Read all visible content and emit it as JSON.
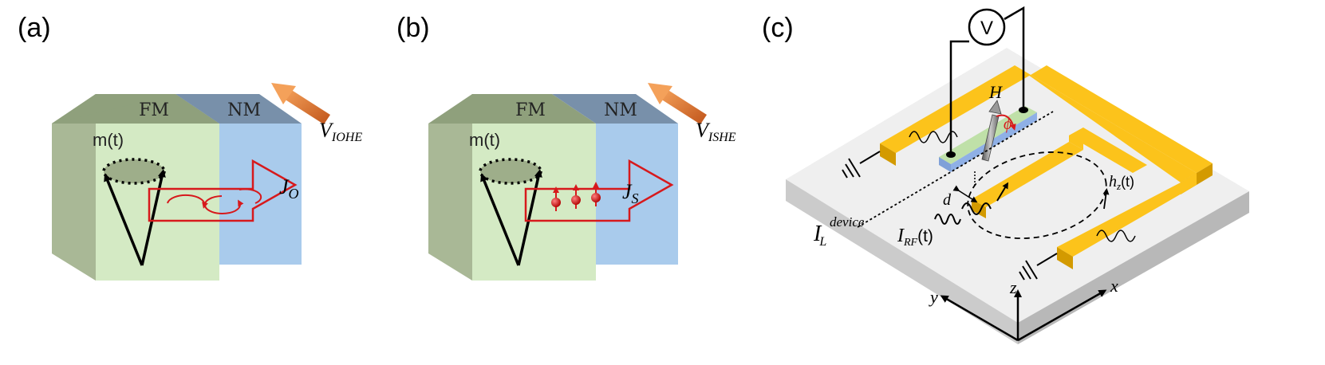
{
  "panels": {
    "a": {
      "label": "(a)",
      "fm_label": "FM",
      "nm_label": "NM",
      "magnetization_label": "m(t)",
      "current_symbol": "J",
      "current_sub": "O",
      "voltage_symbol": "V",
      "voltage_sub": "IOHE"
    },
    "b": {
      "label": "(b)",
      "fm_label": "FM",
      "nm_label": "NM",
      "magnetization_label": "m(t)",
      "current_symbol": "J",
      "current_sub": "S",
      "voltage_symbol": "V",
      "voltage_sub": "ISHE"
    },
    "c": {
      "label": "(c)",
      "voltmeter": "V",
      "field_label": "H",
      "angle_label": "ϕ",
      "distance_label": "d",
      "hz_symbol": "h",
      "hz_sub": "z",
      "hz_arg": "(t)",
      "irf_symbol": "I",
      "irf_sub": "RF",
      "irf_arg": "(t)",
      "il_symbol": "I",
      "il_sub": "L",
      "il_sup": "device",
      "axis_x": "x",
      "axis_y": "y",
      "axis_z": "z"
    }
  },
  "colors": {
    "fm_front": "#d4eac4",
    "fm_top": "#8fa07c",
    "fm_side": "#a9b896",
    "nm_front": "#a9cbec",
    "nm_top": "#7890aa",
    "current_arrow": "#d7191c",
    "voltage_arrow": "#e8742a",
    "gold": "#fcc31b",
    "gold_dark": "#d39a00",
    "substrate_top": "#efefef",
    "substrate_side": "#c9c9c9"
  },
  "icons": {
    "ground": "ground-symbol-icon",
    "spin": "spin-up-electron-icon",
    "orbital": "orbital-circulation-icon"
  }
}
